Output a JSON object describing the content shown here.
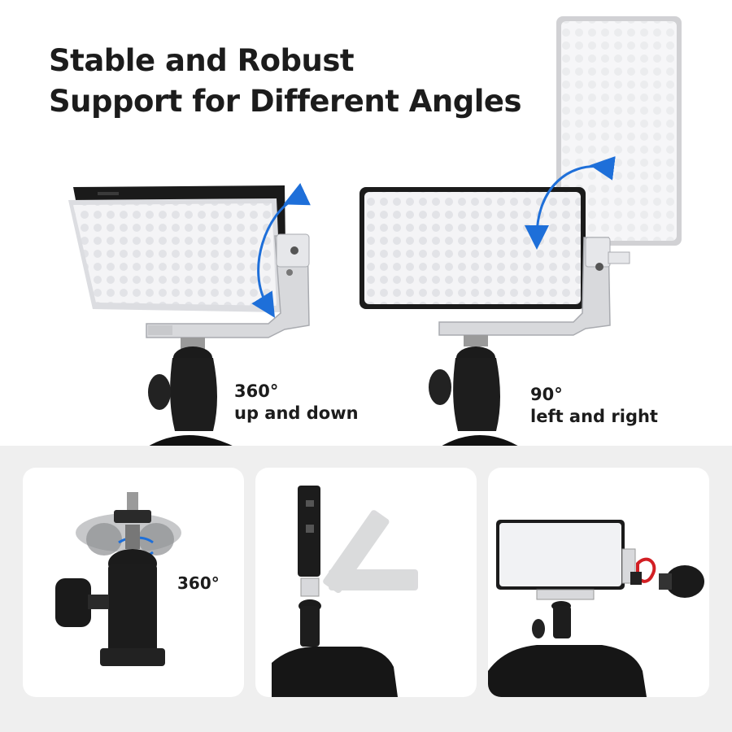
{
  "headline": {
    "line1": "Stable and Robust",
    "line2": "Support for Different Angles"
  },
  "scene_left": {
    "caption_angle": "360°",
    "caption_text": "up and down"
  },
  "scene_right": {
    "caption_angle": "90°",
    "caption_text": "left and right"
  },
  "cards": {
    "ball_head": {
      "label": "360°"
    }
  },
  "colors": {
    "accent_arrow": "#1e6fd9",
    "headline_text": "#1c1c1c",
    "panel_fill": "#f2f2f4",
    "led_dot": "#e1e2e6",
    "band_bg": "#efefef"
  }
}
